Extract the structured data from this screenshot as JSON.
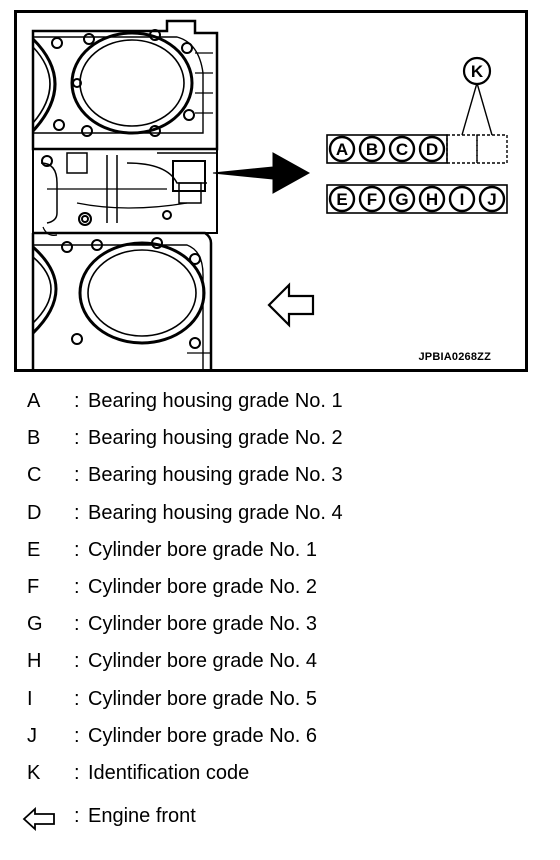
{
  "figure": {
    "code": "JPBIA0268ZZ",
    "callout_label": "K",
    "row1_letters": [
      "A",
      "B",
      "C",
      "D"
    ],
    "row2_letters": [
      "E",
      "F",
      "G",
      "H",
      "I",
      "J"
    ]
  },
  "legend": [
    {
      "key": "A",
      "text": "Bearing housing grade No. 1"
    },
    {
      "key": "B",
      "text": "Bearing housing grade No. 2"
    },
    {
      "key": "C",
      "text": "Bearing housing grade No. 3"
    },
    {
      "key": "D",
      "text": "Bearing housing grade No. 4"
    },
    {
      "key": "E",
      "text": "Cylinder bore grade No. 1"
    },
    {
      "key": "F",
      "text": "Cylinder bore grade No. 2"
    },
    {
      "key": "G",
      "text": "Cylinder bore grade No. 3"
    },
    {
      "key": "H",
      "text": "Cylinder bore grade No. 4"
    },
    {
      "key": "I",
      "text": "Cylinder bore grade No. 5"
    },
    {
      "key": "J",
      "text": "Cylinder bore grade No. 6"
    },
    {
      "key": "K",
      "text": "Identification code"
    }
  ],
  "engine_front": {
    "icon": "hollow-left-arrow-icon",
    "text": "Engine front"
  }
}
